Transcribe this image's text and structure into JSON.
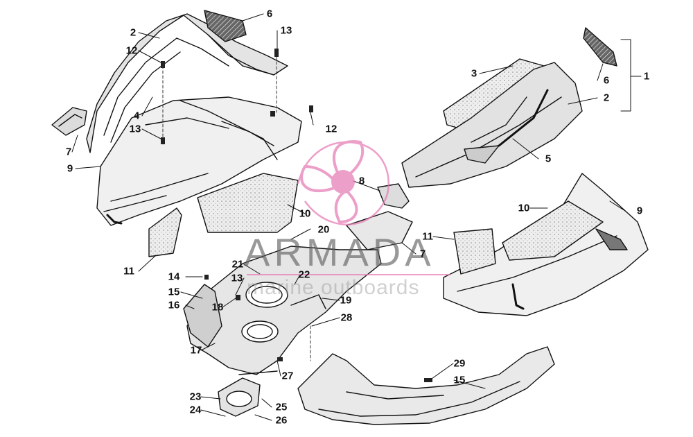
{
  "watermark": {
    "brand": "ARMADA",
    "tagline": "marine outboards",
    "accent_color": "#e67fb6",
    "logo": "propeller-logo-icon"
  },
  "callouts": {
    "c1": "1",
    "c2a": "2",
    "c2b": "2",
    "c3": "3",
    "c4": "4",
    "c5": "5",
    "c6a": "6",
    "c6b": "6",
    "c7a": "7",
    "c7b": "7",
    "c8": "8",
    "c9a": "9",
    "c9b": "9",
    "c10a": "10",
    "c10b": "10",
    "c11a": "11",
    "c11b": "11",
    "c12a": "12",
    "c12b": "12",
    "c13a": "13",
    "c13b": "13",
    "c13c": "13",
    "c14": "14",
    "c15a": "15",
    "c15b": "15",
    "c16": "16",
    "c17": "17",
    "c18": "18",
    "c19": "19",
    "c20": "20",
    "c21": "21",
    "c22": "22",
    "c23": "23",
    "c24": "24",
    "c25": "25",
    "c26": "26",
    "c27": "27",
    "c28": "28",
    "c29": "29"
  }
}
